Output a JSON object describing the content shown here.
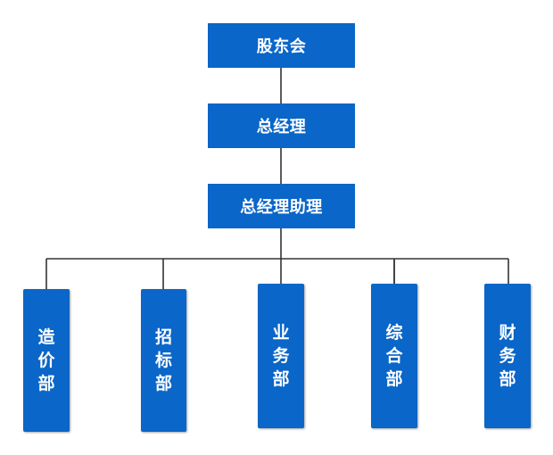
{
  "org_chart": {
    "levels": [
      {
        "label": "股东会"
      },
      {
        "label": "总经理"
      },
      {
        "label": "总经理助理"
      }
    ],
    "departments": [
      {
        "label": "造价部"
      },
      {
        "label": "招标部"
      },
      {
        "label": "业务部"
      },
      {
        "label": "综合部"
      },
      {
        "label": "财务部"
      }
    ]
  },
  "colors": {
    "box_fill": "#0a66c8",
    "box_text": "#ffffff",
    "connector": "#333333"
  }
}
